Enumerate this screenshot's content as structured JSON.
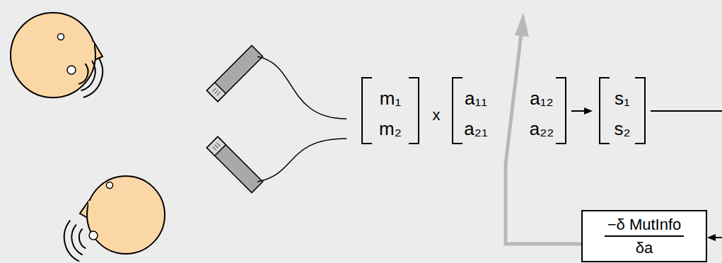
{
  "diagram": {
    "nodes": [
      {
        "text": [
          "−δ MutInfo",
          "δa"
        ]
      }
    ],
    "labels": [
      "m₁",
      "m₂",
      "x",
      "a₁₁",
      "a₁₂",
      "a₂₁",
      "a₂₂",
      "s₁",
      "s₂"
    ]
  }
}
